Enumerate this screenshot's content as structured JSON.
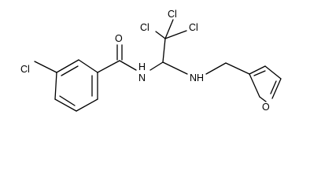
{
  "diagram": {
    "atom_labels": {
      "chloro_aryl": "Cl",
      "carbonyl_oxygen": "O",
      "amide_nh": "H",
      "amide_n": "N",
      "trichloro_top": "Cl",
      "trichloro_left": "Cl",
      "trichloro_right": "Cl",
      "amine_nh": "NH",
      "furan_oxygen": "O"
    }
  }
}
